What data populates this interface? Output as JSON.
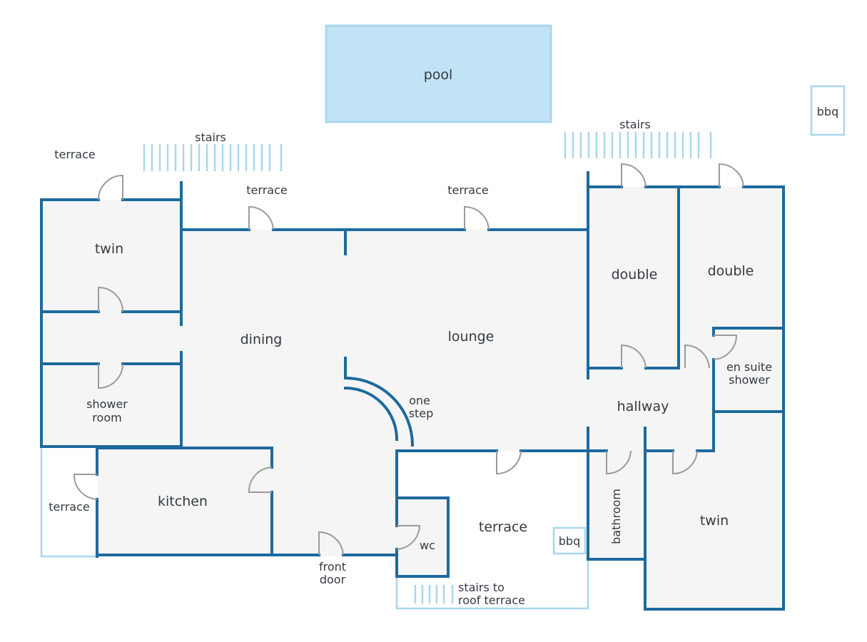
{
  "colors": {
    "wall": "#1d6a9e",
    "light_wall": "#a9d6ee",
    "pool_fill": "#c2e2f5",
    "floor": "#f5f5f5",
    "door": "#9a9a9a",
    "text": "#333a40"
  },
  "pool": {
    "label": "pool"
  },
  "outdoor": {
    "bbq_top": "bbq",
    "bbq_terrace": "bbq",
    "stairs_left": "stairs",
    "stairs_right": "stairs",
    "terrace_top_left": "terrace",
    "terrace_top_dining": "terrace",
    "terrace_top_lounge": "terrace",
    "terrace_bottom_left": "terrace",
    "terrace_bottom_center": "terrace",
    "stairs_roof_line1": "stairs to",
    "stairs_roof_line2": "roof terrace"
  },
  "rooms": {
    "twin_top_left": "twin",
    "shower_room_line1": "shower",
    "shower_room_line2": "room",
    "kitchen": "kitchen",
    "dining": "dining",
    "lounge": "lounge",
    "one_step_line1": "one",
    "one_step_line2": "step",
    "wc": "wc",
    "front_door_line1": "front",
    "front_door_line2": "door",
    "double_left": "double",
    "double_right": "double",
    "ensuite_line1": "en suite",
    "ensuite_line2": "shower",
    "hallway": "hallway",
    "bathroom": "bathroom",
    "twin_bottom_right": "twin"
  }
}
